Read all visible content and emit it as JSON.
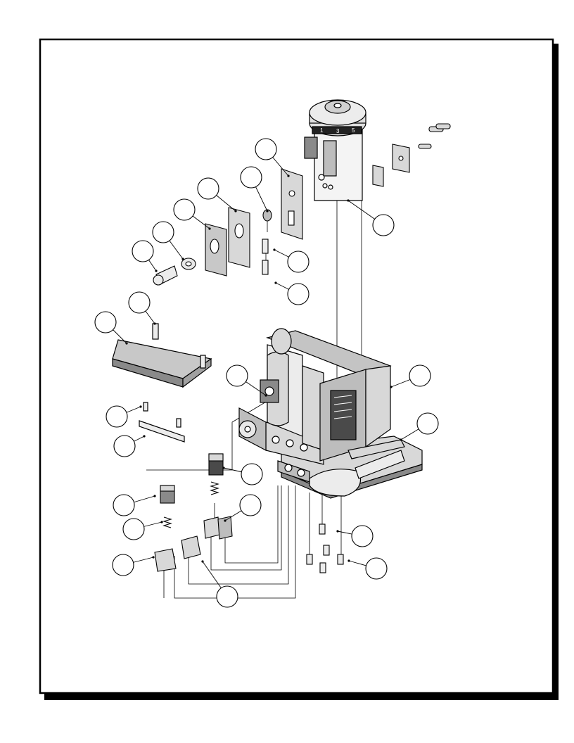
{
  "drawing": {
    "type": "exploded-parts-diagram",
    "background": "#ffffff",
    "line_color": "#000000",
    "part_fill_light": "#d8d8d8",
    "part_fill_mid": "#bdbdbd",
    "part_fill_dark": "#8a8a8a",
    "callouts_labeled": false,
    "callout_count": 24,
    "callouts": [
      {
        "id": "callout-1"
      },
      {
        "id": "callout-2"
      },
      {
        "id": "callout-3"
      },
      {
        "id": "callout-4"
      },
      {
        "id": "callout-5"
      },
      {
        "id": "callout-6"
      },
      {
        "id": "callout-7"
      },
      {
        "id": "callout-8"
      },
      {
        "id": "callout-9"
      },
      {
        "id": "callout-10"
      },
      {
        "id": "callout-11"
      },
      {
        "id": "callout-12"
      },
      {
        "id": "callout-13"
      },
      {
        "id": "callout-14"
      },
      {
        "id": "callout-15"
      },
      {
        "id": "callout-16"
      },
      {
        "id": "callout-17"
      },
      {
        "id": "callout-18"
      },
      {
        "id": "callout-19"
      },
      {
        "id": "callout-20"
      },
      {
        "id": "callout-21"
      },
      {
        "id": "callout-22"
      },
      {
        "id": "callout-23"
      },
      {
        "id": "callout-24"
      }
    ]
  }
}
